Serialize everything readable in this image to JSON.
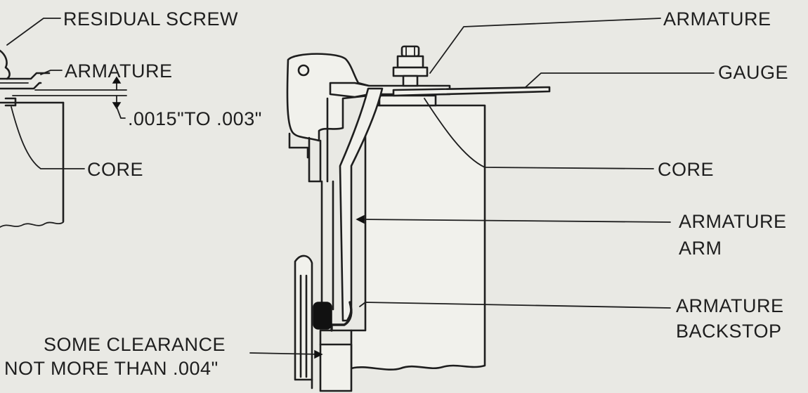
{
  "labels": {
    "residual_screw": "RESIDUAL SCREW",
    "armature_left": "ARMATURE",
    "clearance_range": ".0015\"TO .003\"",
    "core_left": "CORE",
    "some_clearance_line1": "SOME CLEARANCE",
    "some_clearance_line2": "NOT MORE THAN .004\"",
    "armature_right": "ARMATURE",
    "gauge": "GAUGE",
    "core_right": "CORE",
    "armature_arm_line1": "ARMATURE",
    "armature_arm_line2": "ARM",
    "armature_backstop_line1": "ARMATURE",
    "armature_backstop_line2": "BACKSTOP"
  },
  "colors": {
    "paper": "#e9e9e4",
    "ink": "#1e1e1e"
  }
}
